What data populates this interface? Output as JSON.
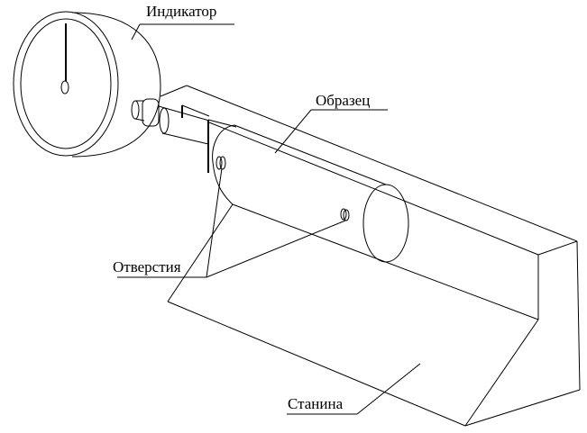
{
  "labels": {
    "indicator": "Индикатор",
    "specimen": "Образец",
    "holes": "Отверстия",
    "bed": "Станина"
  },
  "colors": {
    "line": "#000000",
    "background": "#ffffff"
  }
}
